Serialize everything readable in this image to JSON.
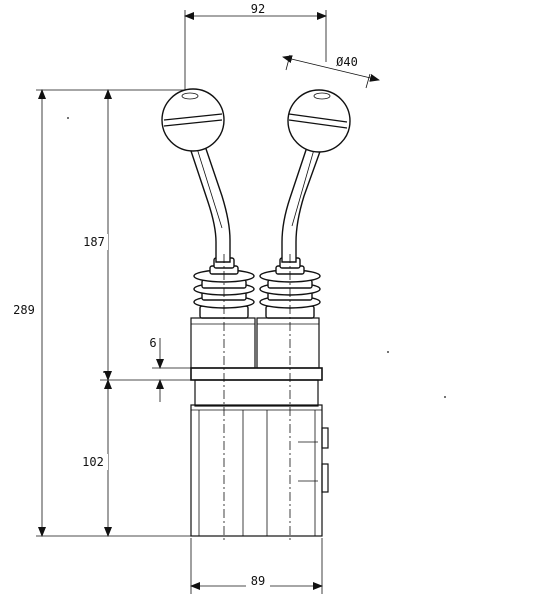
{
  "drawing": {
    "dimensions": {
      "top_spacing": "92",
      "knob_diameter": "Ø40",
      "overall_height": "289",
      "upper_height": "187",
      "flange_thickness": "6",
      "lower_height": "102",
      "body_width": "89"
    }
  }
}
